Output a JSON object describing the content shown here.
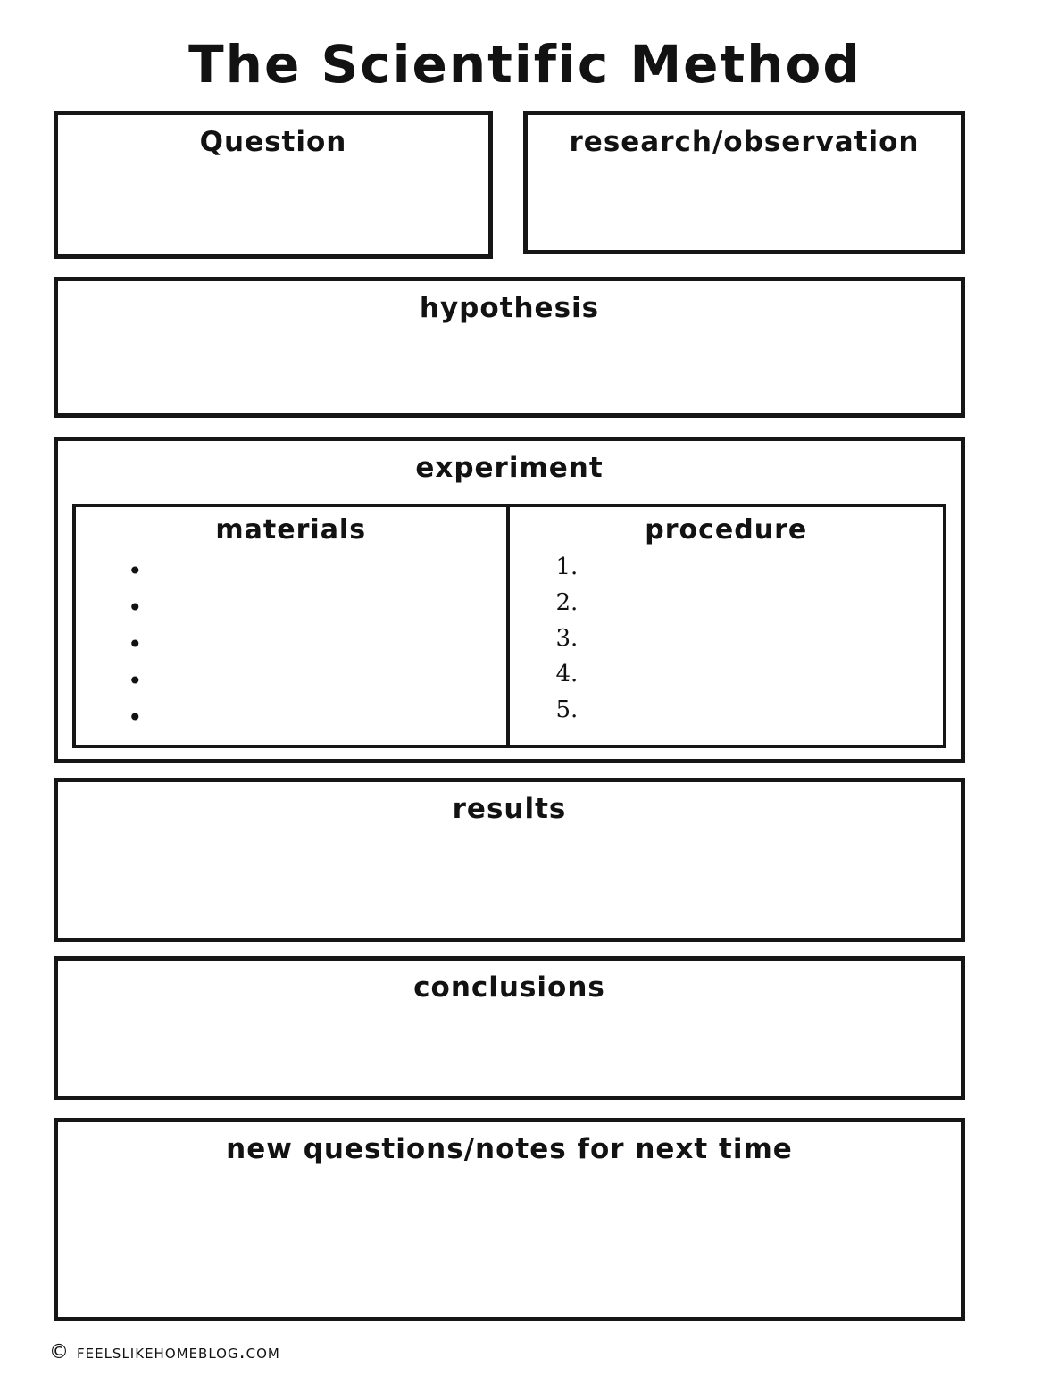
{
  "page": {
    "title": "The Scientific Method",
    "footer": "© feelslikehomeblog.com"
  },
  "sections": {
    "question": {
      "label": "Question"
    },
    "research_observation": {
      "label": "research/observation"
    },
    "hypothesis": {
      "label": "hypothesis"
    },
    "experiment": {
      "label": "experiment",
      "materials": {
        "label": "materials",
        "bullets": [
          "•",
          "•",
          "•",
          "•",
          "•"
        ]
      },
      "procedure": {
        "label": "procedure",
        "items": [
          "1.",
          "2.",
          "3.",
          "4.",
          "5."
        ]
      }
    },
    "results": {
      "label": "results"
    },
    "conclusions": {
      "label": "conclusions"
    },
    "new_questions": {
      "label": "new questions/notes for next time"
    }
  }
}
